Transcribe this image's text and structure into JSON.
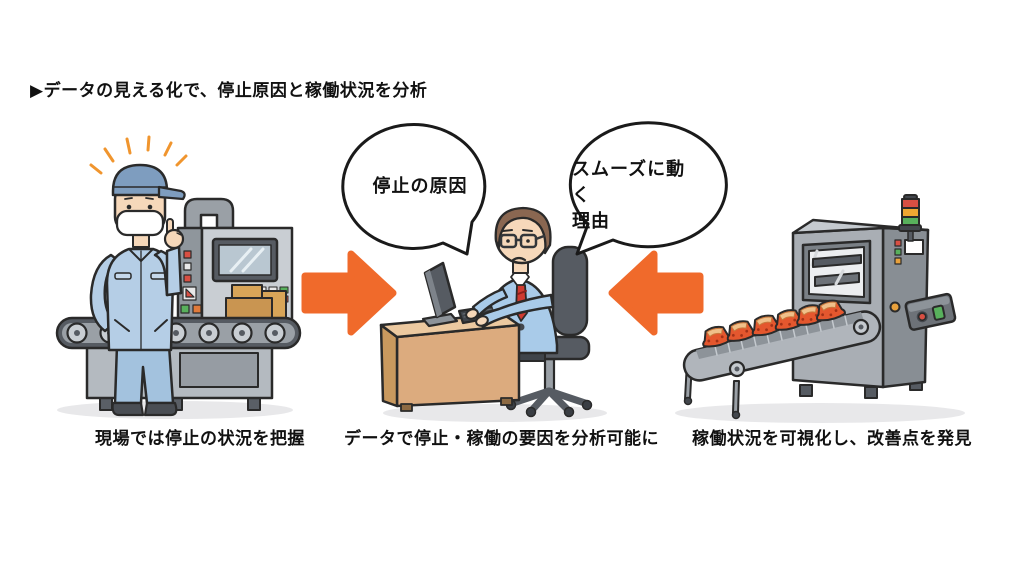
{
  "title": "▶データの見える化で、停止原因と稼働状況を分析",
  "speech_bubbles": {
    "stop_cause": "停止の原因",
    "smooth_reason": "スムーズに動く\n理由"
  },
  "captions": {
    "left": "現場では停止の状況を把握",
    "center": "データで停止・稼働の要因を分析可能に",
    "right": "稼働状況を可視化し、改善点を発見"
  },
  "colors": {
    "accent_orange": "#F06A2B",
    "text": "#111111",
    "background": "#FFFFFF",
    "outline": "#2A2A2A",
    "uniform_blue": "#B5CEE6",
    "sweater_blue": "#A9CBE9",
    "machine_gray": "#A9AEB4",
    "desk_tan": "#DCAB7E",
    "package_orange": "#E4572E",
    "box_brown": "#C99551",
    "stack_light_red": "#D84F43",
    "stack_light_yellow": "#EFA732",
    "stack_light_green": "#58B05C"
  }
}
